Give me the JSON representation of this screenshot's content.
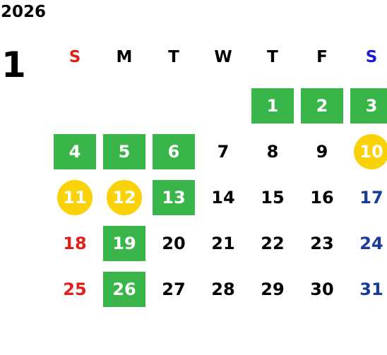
{
  "year": "2026",
  "month": "1",
  "colors": {
    "green": "#3ab54a",
    "yellow": "#f9d20a",
    "sunday": "#e0211a",
    "saturday_header": "#1a1ad8",
    "saturday_date": "#1a3a9a",
    "weekday": "#000000"
  },
  "weekdays": [
    "S",
    "M",
    "T",
    "W",
    "T",
    "F",
    "S"
  ],
  "weeks": [
    [
      null,
      null,
      null,
      null,
      {
        "d": "1",
        "m": "green"
      },
      {
        "d": "2",
        "m": "green"
      },
      {
        "d": "3",
        "m": "green"
      }
    ],
    [
      {
        "d": "4",
        "m": "green"
      },
      {
        "d": "5",
        "m": "green"
      },
      {
        "d": "6",
        "m": "green"
      },
      {
        "d": "7",
        "m": ""
      },
      {
        "d": "8",
        "m": ""
      },
      {
        "d": "9",
        "m": ""
      },
      {
        "d": "10",
        "m": "yellow"
      }
    ],
    [
      {
        "d": "11",
        "m": "yellow"
      },
      {
        "d": "12",
        "m": "yellow"
      },
      {
        "d": "13",
        "m": "green"
      },
      {
        "d": "14",
        "m": ""
      },
      {
        "d": "15",
        "m": ""
      },
      {
        "d": "16",
        "m": ""
      },
      {
        "d": "17",
        "m": ""
      }
    ],
    [
      {
        "d": "18",
        "m": ""
      },
      {
        "d": "19",
        "m": "green"
      },
      {
        "d": "20",
        "m": ""
      },
      {
        "d": "21",
        "m": ""
      },
      {
        "d": "22",
        "m": ""
      },
      {
        "d": "23",
        "m": ""
      },
      {
        "d": "24",
        "m": ""
      }
    ],
    [
      {
        "d": "25",
        "m": ""
      },
      {
        "d": "26",
        "m": "green"
      },
      {
        "d": "27",
        "m": ""
      },
      {
        "d": "28",
        "m": ""
      },
      {
        "d": "29",
        "m": ""
      },
      {
        "d": "30",
        "m": ""
      },
      {
        "d": "31",
        "m": ""
      }
    ]
  ]
}
